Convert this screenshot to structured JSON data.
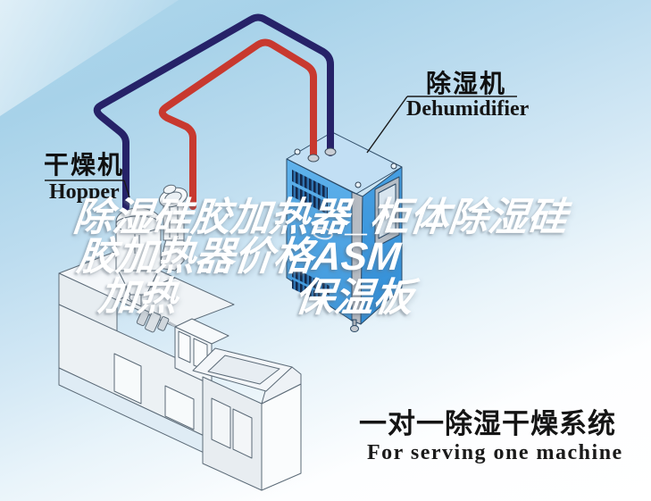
{
  "labels": {
    "hopper": {
      "zh": "干燥机",
      "en": "Hopper"
    },
    "dehumidifier": {
      "zh": "除湿机",
      "en": "Dehumidifier"
    }
  },
  "watermark": {
    "line1": "除湿硅胶加热器_柜体除湿硅",
    "line2": "胶加热器价格ASM",
    "line3_left": "加热",
    "line3_right": "保温板"
  },
  "caption": {
    "zh": "一对一除湿干燥系统",
    "en": "For serving one machine"
  },
  "colors": {
    "pipe_supply": "#262268",
    "pipe_return": "#c8392f",
    "dehumidifier_front": "#4da6e6",
    "dehumidifier_side": "#3d9ade",
    "dehumidifier_top": "#c2dff4",
    "background_sky": "#a7d2e9",
    "watermark": "#ffffff",
    "label_text": "#101010"
  }
}
